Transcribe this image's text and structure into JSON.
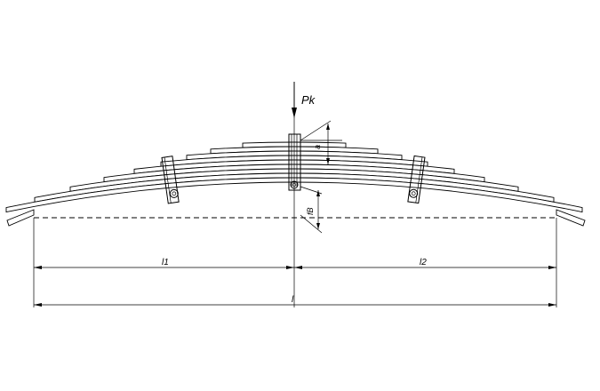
{
  "drawing": {
    "load_label": "Pk",
    "deflection_label_top": "a",
    "deflection_label_bottom": "fB",
    "dimension_left_label": "l1",
    "dimension_right_label": "l2",
    "dimension_total_label": "l"
  }
}
